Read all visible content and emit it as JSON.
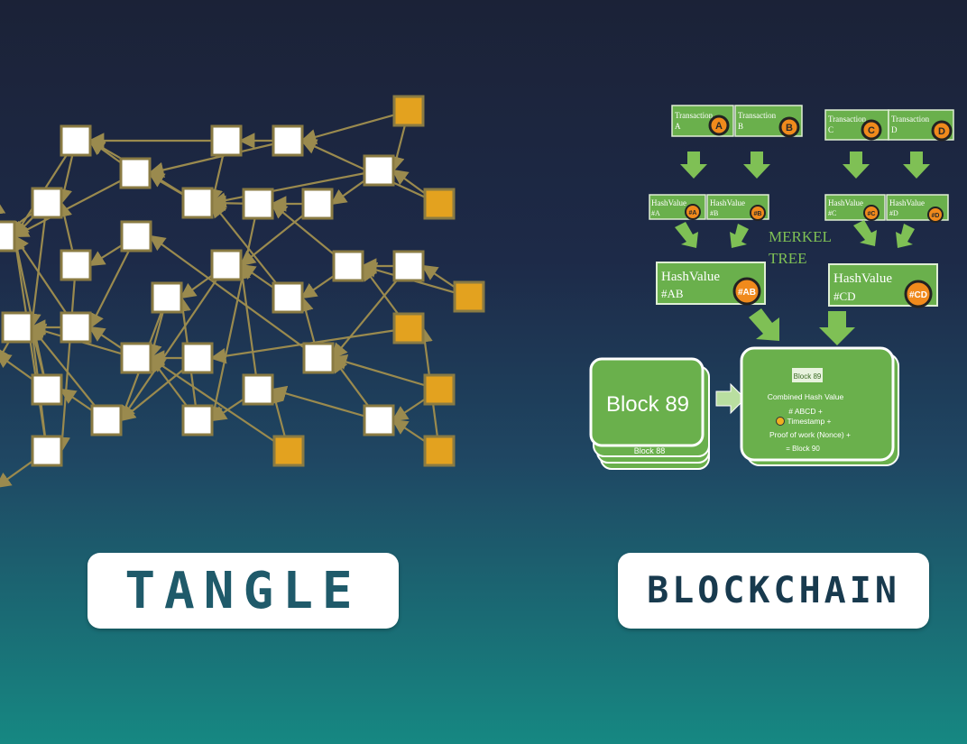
{
  "labels": {
    "tangle": "TANGLE",
    "blockchain": "BLOCKCHAIN"
  },
  "colors": {
    "node_white": "#ffffff",
    "node_tip": "#e3a21f",
    "edge": "#9a8a4e",
    "block_green": "#6ab04c",
    "arrow_green": "#7fc055",
    "coin_orange": "#f08a1c"
  },
  "merkle": {
    "transactions": [
      {
        "text": "Transaction",
        "sub": "A",
        "coin": "A"
      },
      {
        "text": "Transaction",
        "sub": "B",
        "coin": "B"
      },
      {
        "text": "Transaction",
        "sub": "C",
        "coin": "C"
      },
      {
        "text": "Transaction",
        "sub": "D",
        "coin": "D"
      }
    ],
    "hashes": [
      {
        "text": "HashValue",
        "sub": "#A",
        "coin": "#A"
      },
      {
        "text": "HashValue",
        "sub": "#B",
        "coin": "#B"
      },
      {
        "text": "HashValue",
        "sub": "#C",
        "coin": "#C"
      },
      {
        "text": "HashValue",
        "sub": "#D",
        "coin": "#D"
      }
    ],
    "tree_label_1": "MERKEL",
    "tree_label_2": "TREE",
    "combined": [
      {
        "text": "HashValue",
        "sub": "#AB",
        "coin": "#AB"
      },
      {
        "text": "HashValue",
        "sub": "#CD",
        "coin": "#CD"
      }
    ]
  },
  "blocks": {
    "front_title": "Block 89",
    "stack_label": "Block 88",
    "next_tag": "Block 89",
    "next_lines": [
      "Combined Hash Value",
      "# ABCD +",
      "Timestamp +",
      "Proof of work (Nonce) +",
      "= Block 90"
    ]
  }
}
